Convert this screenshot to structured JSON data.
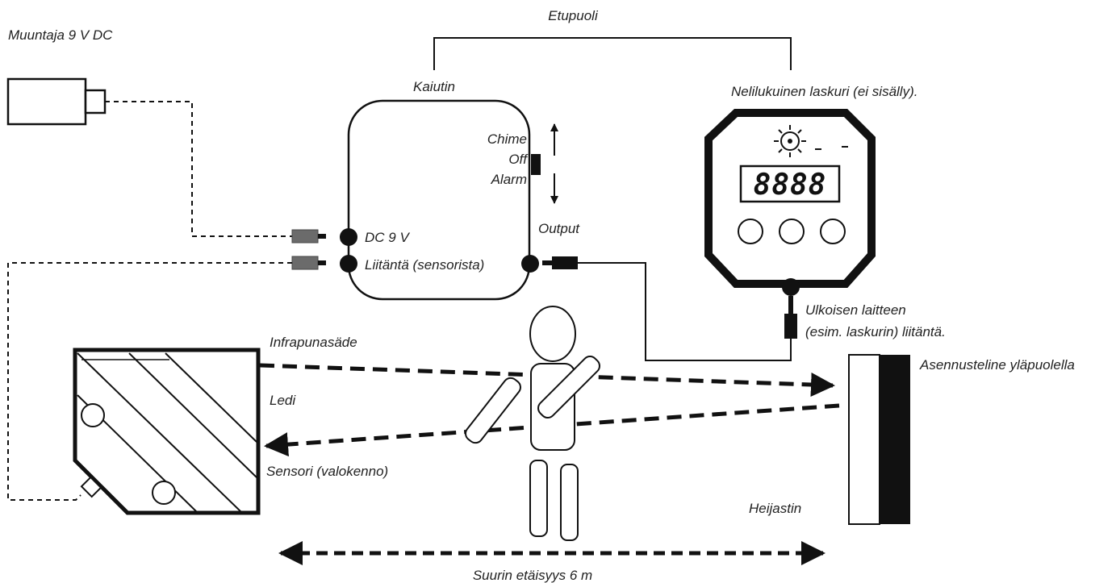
{
  "labels": {
    "converter": "Muuntaja 9 V DC",
    "front_side": "Etupuoli",
    "speaker": "Kaiutin",
    "counter": "Nelilukuinen laskuri (ei sisälly).",
    "chime": "Chime",
    "off": "Off",
    "alarm": "Alarm",
    "output": "Output",
    "dc_input": "DC 9 V",
    "sensor_input": "Liitäntä (sensorista)",
    "external_device_line1": "Ulkoisen laitteen",
    "external_device_line2": "(esim. laskurin) liitäntä.",
    "infrared_beam": "Infrapunasäde",
    "led": "Ledi",
    "sensor": "Sensori (valokenno)",
    "mount": "Asennusteline yläpuolella",
    "reflector": "Heijastin",
    "max_distance": "Suurin etäisyys 6 m"
  },
  "counter_display": "8888",
  "colors": {
    "line": "#111111",
    "plug_grey": "#6b6b6b",
    "background": "#ffffff"
  }
}
